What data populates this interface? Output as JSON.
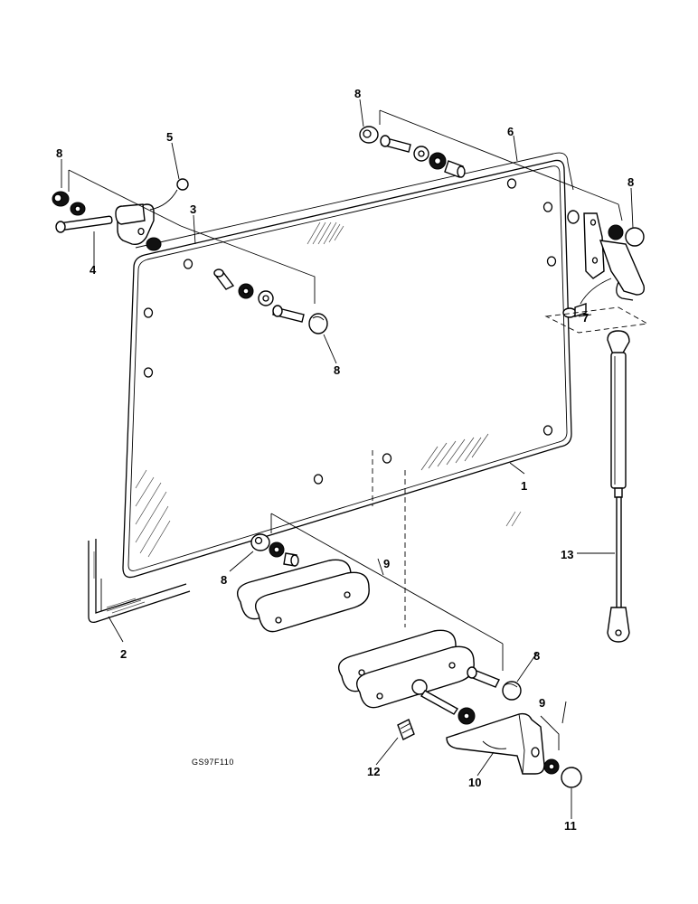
{
  "drawing_code": "GS97F110",
  "labels": {
    "glass_panel": "1",
    "lower_seal": "2",
    "upper_seal": "3",
    "hinge_pin": "4",
    "clip_5": "5",
    "upper_hinge_bracket_ref": "6",
    "clip_7": "7",
    "nut_8": "8",
    "plate_9": "9",
    "latch_bracket": "10",
    "cap_nut": "11",
    "spring_pin": "12",
    "gas_strut": "13"
  }
}
